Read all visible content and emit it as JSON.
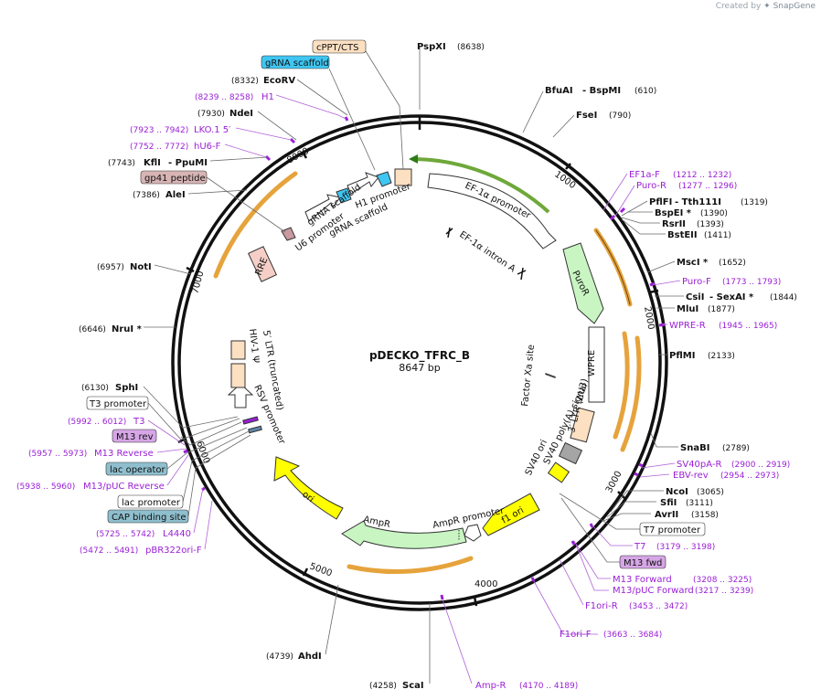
{
  "header": {
    "created_by": "Created by",
    "brand": "SnapGene"
  },
  "plasmid": {
    "name": "pDECKO_TFRC_B",
    "size": "8647 bp"
  },
  "ticks": [
    "1000",
    "2000",
    "3000",
    "4000",
    "5000",
    "6000",
    "7000",
    "8000"
  ],
  "features": {
    "ef1a_promoter": "EF-1α promoter",
    "ef1a_intron": "EF-1α intron A",
    "puror": "PuroR",
    "wpre": "WPRE",
    "ltr3": "3′ LTR (ΔU3)",
    "factor_xa": "Factor Xa site",
    "sv40_polya": "SV40 poly(A) signal",
    "sv40_ori": "SV40 ori",
    "f1_ori": "f1 ori",
    "ampr_promoter": "AmpR promoter",
    "ampr": "AmpR",
    "ori": "ori",
    "rsv_promoter": "RSV promoter",
    "ltr5": "5′ LTR (truncated)",
    "hiv1_psi": "HIV-1 Ψ",
    "rre": "RRE",
    "u6_promoter": "U6 promoter",
    "grna_scaffold_1": "gRNA scaffold",
    "h1_promoter": "H1 promoter",
    "grna_scaffold_2": "gRNA scaffold"
  },
  "labels": {
    "cppt_box": "cPPT/CTS",
    "pspxi": "PspXI",
    "pspxi_pos": "(8638)",
    "grna_box": "gRNA scaffold",
    "ecorv_pos": "(8332)",
    "ecorv": "EcoRV",
    "h1_range": "(8239 .. 8258)",
    "h1": "H1",
    "ndei_pos": "(7930)",
    "ndei": "NdeI",
    "lko_range": "(7923 .. 7942)",
    "lko": "LKO.1 5′",
    "hu6_range": "(7752 .. 7772)",
    "hu6": "hU6-F",
    "kfli_pos": "(7743)",
    "kfli": "KflI",
    "ppumi": "- PpuMI",
    "gp41_box": "gp41 peptide",
    "alei_pos": "(7386)",
    "alei": "AleI",
    "noti_pos": "(6957)",
    "noti": "NotI",
    "nrui_pos": "(6646)",
    "nrui": "NruI *",
    "sphi_pos": "(6130)",
    "sphi": "SphI",
    "t3prom_box": "T3 promoter",
    "t3_range": "(5992 .. 6012)",
    "t3": "T3",
    "m13rev_box": "M13 rev",
    "m13reverse_range": "(5957 .. 5973)",
    "m13reverse": "M13 Reverse",
    "lacop_box": "lac operator",
    "m13puc_rev_range": "(5938 .. 5960)",
    "m13puc_rev": "M13/pUC Reverse",
    "lacprom_box": "lac promoter",
    "cap_box": "CAP binding site",
    "l4440_range": "(5725 .. 5742)",
    "l4440": "L4440",
    "pbr_range": "(5472 .. 5491)",
    "pbr": "pBR322ori-F",
    "ahdi_pos": "(4739)",
    "ahdi": "AhdI",
    "scai_pos": "(4258)",
    "scai": "ScaI",
    "ampr_primer": "Amp-R",
    "ampr_range": "(4170 .. 4189)",
    "f1orif": "F1ori-F",
    "f1orif_range": "(3663 .. 3684)",
    "f1orir": "F1ori-R",
    "f1orir_range": "(3453 .. 3472)",
    "m13pucfwd": "M13/pUC Forward",
    "m13pucfwd_range": "(3217 .. 3239)",
    "m13forward": "M13 Forward",
    "m13forward_range": "(3208 .. 3225)",
    "m13fwd_box": "M13 fwd",
    "t7": "T7",
    "t7_range": "(3179 .. 3198)",
    "t7prom_box": "T7 promoter",
    "avrii": "AvrII",
    "avrii_pos": "(3158)",
    "sfii": "SfiI",
    "sfii_pos": "(3111)",
    "ncoi": "NcoI",
    "ncoi_pos": "(3065)",
    "ebvrev": "EBV-rev",
    "ebvrev_range": "(2954 .. 2973)",
    "sv40pa": "SV40pA-R",
    "sv40pa_range": "(2900 .. 2919)",
    "snabi": "SnaBI",
    "snabi_pos": "(2789)",
    "pflmi": "PflMI",
    "pflmi_pos": "(2133)",
    "wprer": "WPRE-R",
    "wprer_range": "(1945 .. 1965)",
    "mlui": "MluI",
    "mlui_pos": "(1877)",
    "csii": "CsiI",
    "sexai": "- SexAI *",
    "csii_pos": "(1844)",
    "purof": "Puro-F",
    "purof_range": "(1773 .. 1793)",
    "msci": "MscI *",
    "msci_pos": "(1652)",
    "bsteii": "BstEII",
    "bsteii_pos": "(1411)",
    "rsrii": "RsrII",
    "rsrii_pos": "(1393)",
    "bspei": "BspEI *",
    "bspei_pos": "(1390)",
    "pflfi": "PflFI",
    "tth111i": "- Tth111I",
    "pflfi_pos": "(1319)",
    "puror_primer": "Puro-R",
    "puror_range": "(1277 .. 1296)",
    "ef1af": "EF1a-F",
    "ef1af_range": "(1212 .. 1232)",
    "fsei": "FseI",
    "fsei_pos": "(790)",
    "bfuai": "BfuAI",
    "bspmi": "- BspMI",
    "bfuai_pos": "(610)"
  },
  "colors": {
    "promoter": "#ffffff",
    "cds_puro": "#c8f5c2",
    "cds_amp": "#c8f5c2",
    "origin": "#ffff00",
    "ltr": "#fde0c2",
    "rre": "#f5cfc7",
    "primer": "#9a1fd6",
    "orf": "#e6a33c",
    "backbone": "#111111",
    "label_box_blue": "#3fc6f2",
    "label_box_violet": "#d6a6e6",
    "label_box_teal": "#8fbfce",
    "label_box_mauve": "#d8b4b4"
  }
}
